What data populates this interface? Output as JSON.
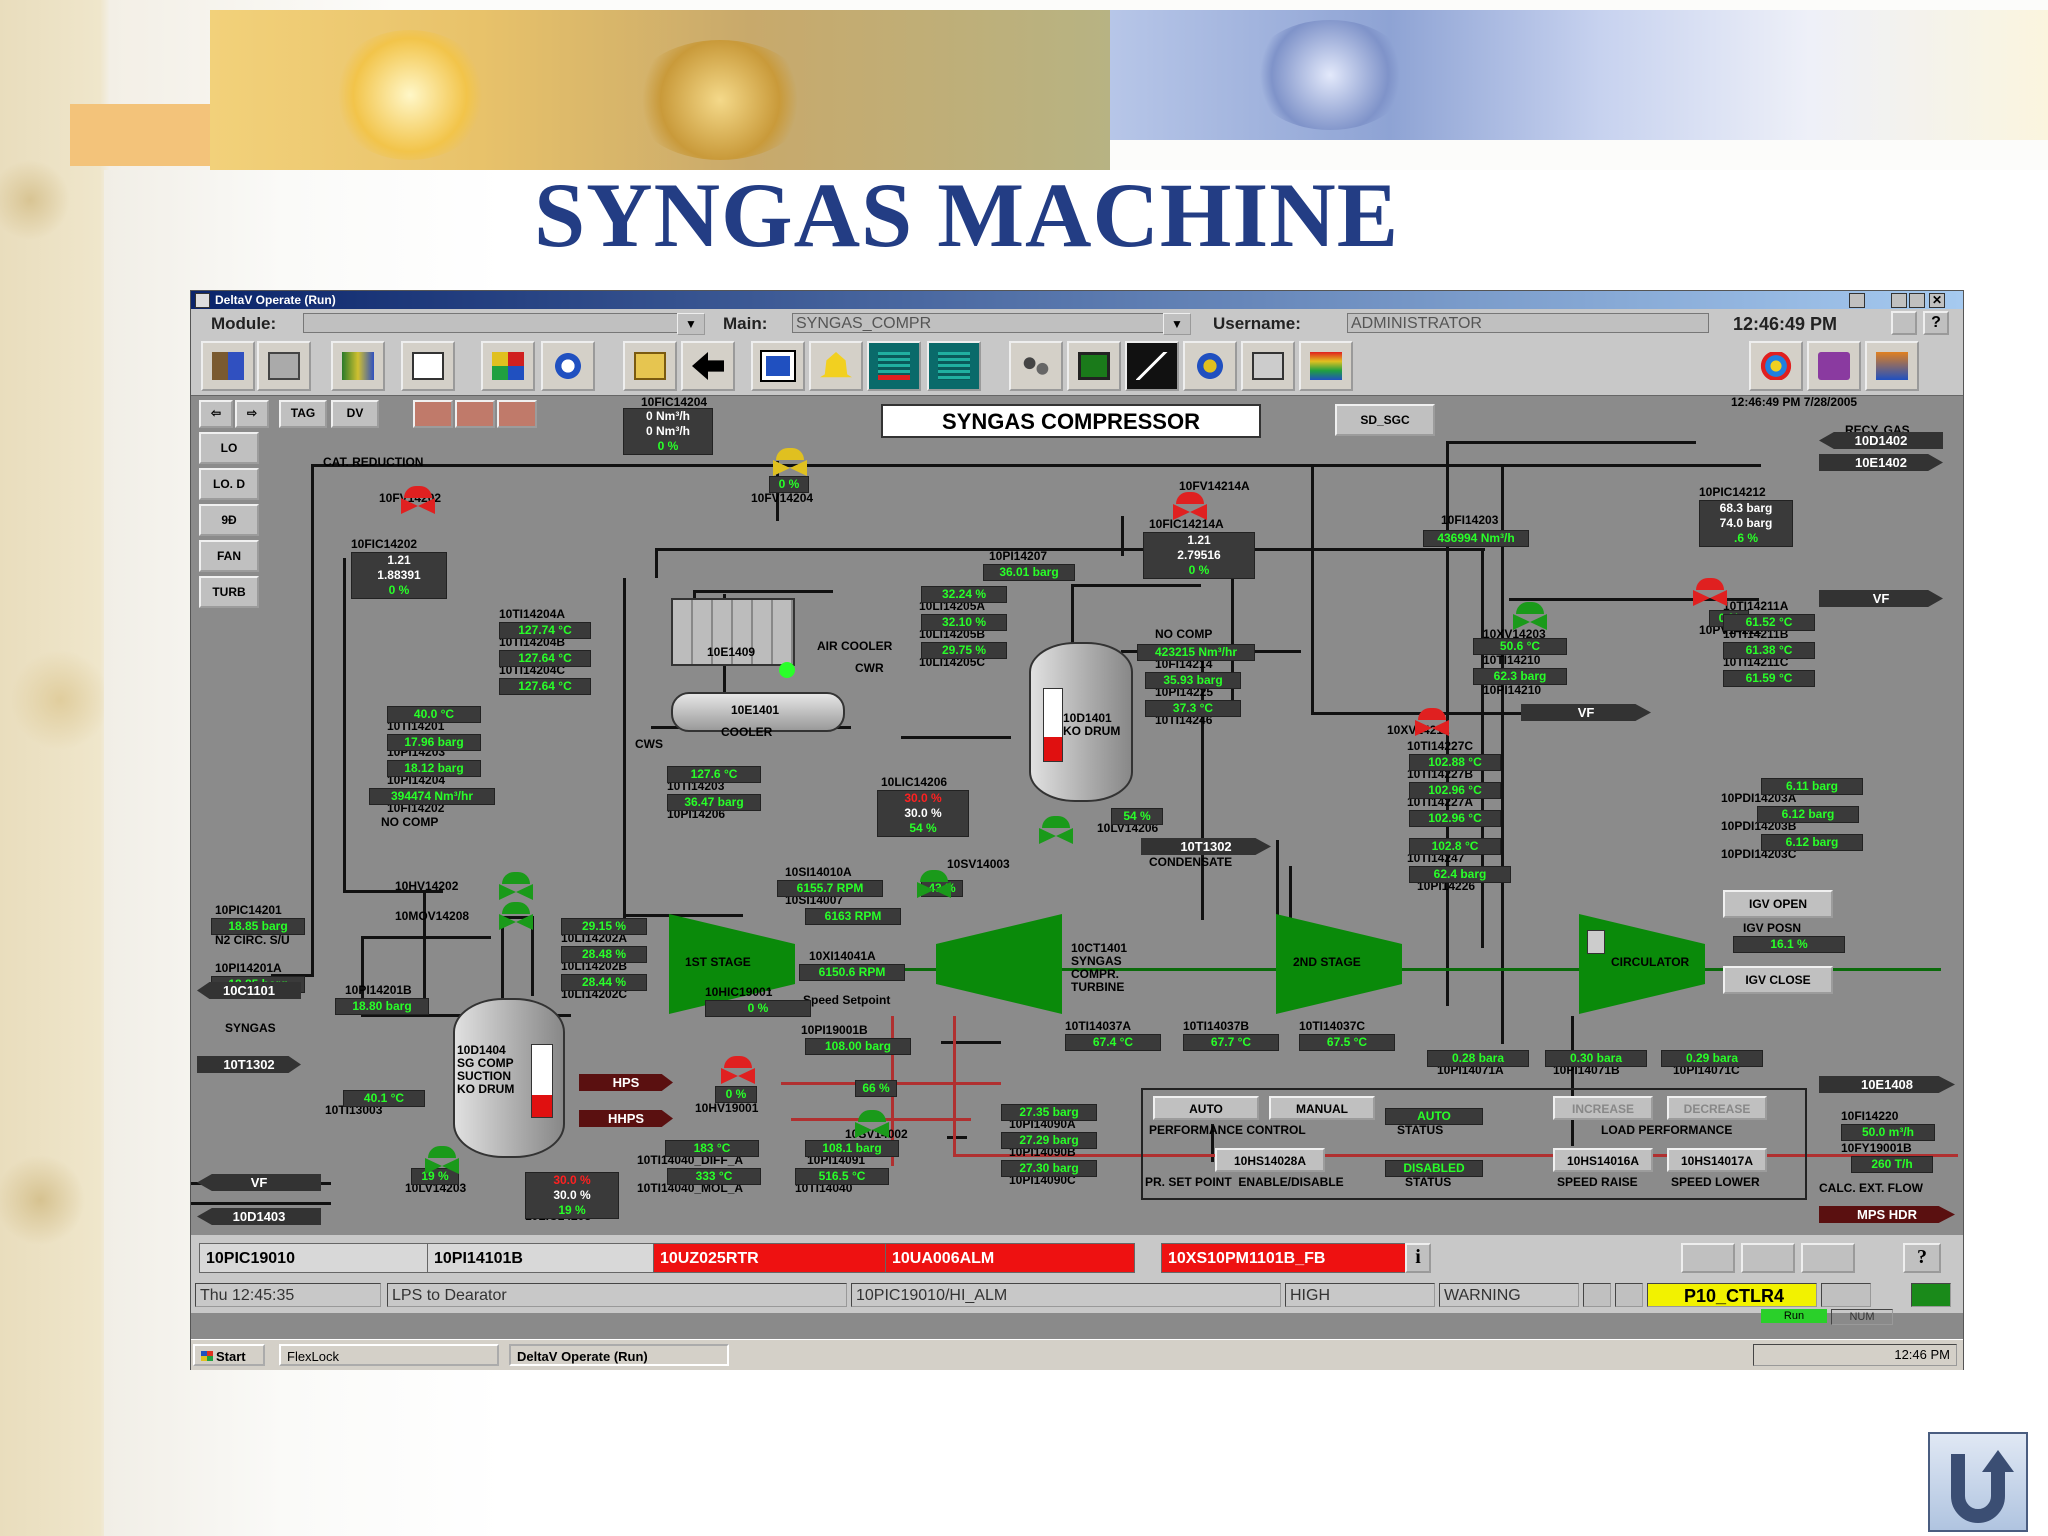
{
  "slide": {
    "title": "SYNGAS MACHINE"
  },
  "window": {
    "title": "DeltaV Operate (Run)",
    "menubar": {
      "module_label": "Module:",
      "module_value": "",
      "main_label": "Main:",
      "main_value": "SYNGAS_COMPR",
      "user_label": "Username:",
      "user_value": "ADMINISTRATOR",
      "clock": "12:46:49 PM"
    },
    "toolbar": {
      "datetime": "12:46:49 PM  7/28/2005"
    }
  },
  "nav": {
    "tag": "TAG",
    "dv": "DV",
    "sd_sgc": "SD_SGC",
    "side_buttons": [
      "LO",
      "LO. D",
      "9Ɖ",
      "FAN",
      "TURB"
    ]
  },
  "screen": {
    "title": "SYNGAS COMPRESSOR"
  },
  "labels": [
    {
      "id": "fic14204",
      "text": "10FIC14204"
    },
    {
      "id": "catred",
      "text": "CAT. REDUCTION"
    },
    {
      "id": "fv14204",
      "text": "10FV14204"
    },
    {
      "id": "fv14202",
      "text": "10FV14202"
    },
    {
      "id": "fic14202",
      "text": "10FIC14202"
    },
    {
      "id": "fv14214a",
      "text": "10FV14214A"
    },
    {
      "id": "fic14214a",
      "text": "10FIC14214A"
    },
    {
      "id": "fi14203",
      "text": "10FI14203"
    },
    {
      "id": "recy",
      "text": "RECY. GAS"
    },
    {
      "id": "pic14212",
      "text": "10PIC14212"
    },
    {
      "id": "pv14212",
      "text": "10PV14212"
    },
    {
      "id": "xv14203",
      "text": "10XV14203"
    },
    {
      "id": "ti14210",
      "text": "10TI14210"
    },
    {
      "id": "pi14210",
      "text": "10PI14210"
    },
    {
      "id": "ti14211a",
      "text": "10TI14211A"
    },
    {
      "id": "ti14211b",
      "text": "10TI14211B"
    },
    {
      "id": "ti14211c",
      "text": "10TI14211C"
    },
    {
      "id": "pi14207",
      "text": "10PI14207"
    },
    {
      "id": "li14205a",
      "text": "10LI14205A"
    },
    {
      "id": "li14205b",
      "text": "10LI14205B"
    },
    {
      "id": "li14205c",
      "text": "10LI14205C"
    },
    {
      "id": "nocomp2",
      "text": "NO COMP"
    },
    {
      "id": "fi14214",
      "text": "10FI14214"
    },
    {
      "id": "pi14225",
      "text": "10PI14225"
    },
    {
      "id": "ti14246",
      "text": "10TI14246"
    },
    {
      "id": "kodrum",
      "text": "10D1401\nKO DRUM"
    },
    {
      "id": "e1409",
      "text": "10E1409"
    },
    {
      "id": "aircooler",
      "text": "AIR COOLER"
    },
    {
      "id": "cwr",
      "text": "CWR"
    },
    {
      "id": "e1401",
      "text": "10E1401"
    },
    {
      "id": "cooler",
      "text": "COOLER"
    },
    {
      "id": "cws",
      "text": "CWS"
    },
    {
      "id": "ti14204a",
      "text": "10TI14204A"
    },
    {
      "id": "ti14204b",
      "text": "10TI14204B"
    },
    {
      "id": "ti14204c",
      "text": "10TI14204C"
    },
    {
      "id": "ti14201",
      "text": "10TI14201"
    },
    {
      "id": "pi14203",
      "text": "10PI14203"
    },
    {
      "id": "pi14204",
      "text": "10PI14204"
    },
    {
      "id": "fi14202",
      "text": "10FI14202"
    },
    {
      "id": "nocomp1",
      "text": "NO COMP"
    },
    {
      "id": "ti14203",
      "text": "10TI14203"
    },
    {
      "id": "pi14206",
      "text": "10PI14206"
    },
    {
      "id": "lic14206",
      "text": "10LIC14206"
    },
    {
      "id": "lv14206",
      "text": "10LV14206"
    },
    {
      "id": "t1302b",
      "text": "10T1302"
    },
    {
      "id": "condensate",
      "text": "CONDENSATE"
    },
    {
      "id": "xv14212",
      "text": "10XV14212"
    },
    {
      "id": "ti14227c",
      "text": "10TI14227C"
    },
    {
      "id": "ti14227b",
      "text": "10TI14227B"
    },
    {
      "id": "ti14227a",
      "text": "10TI14227A"
    },
    {
      "id": "ti14247",
      "text": "10TI14247"
    },
    {
      "id": "pi14226",
      "text": "10PI14226"
    },
    {
      "id": "pdi14203a",
      "text": "10PDI14203A"
    },
    {
      "id": "pdi14203b",
      "text": "10PDI14203B"
    },
    {
      "id": "pdi14203c",
      "text": "10PDI14203C"
    },
    {
      "id": "hv14202",
      "text": "10HV14202"
    },
    {
      "id": "mov14208",
      "text": "10MOV14208"
    },
    {
      "id": "pic14201",
      "text": "10PIC14201"
    },
    {
      "id": "n2circ",
      "text": "N2 CIRC. S/U"
    },
    {
      "id": "pi14201a",
      "text": "10PI14201A"
    },
    {
      "id": "syngas",
      "text": "SYNGAS"
    },
    {
      "id": "pi14201b",
      "text": "10PI14201B"
    },
    {
      "id": "ti13003",
      "text": "10TI13003"
    },
    {
      "id": "d1404",
      "text": "10D1404\nSG COMP\nSUCTION\nKO DRUM"
    },
    {
      "id": "li14202a",
      "text": "10LI14202A"
    },
    {
      "id": "li14202b",
      "text": "10LI14202B"
    },
    {
      "id": "li14202c",
      "text": "10LI14202C"
    },
    {
      "id": "si14010a",
      "text": "10SI14010A"
    },
    {
      "id": "si14007",
      "text": "10SI14007"
    },
    {
      "id": "sv14003",
      "text": "10SV14003"
    },
    {
      "id": "xi14041a",
      "text": "10XI14041A"
    },
    {
      "id": "speedsp",
      "text": "Speed Setpoint"
    },
    {
      "id": "hic19001",
      "text": "10HIC19001"
    },
    {
      "id": "pi19001b",
      "text": "10PI19001B"
    },
    {
      "id": "hv19001",
      "text": "10HV19001"
    },
    {
      "id": "sv14002",
      "text": "10SV14002"
    },
    {
      "id": "ti14040d",
      "text": "10TI14040_DIFF_A"
    },
    {
      "id": "pi14091",
      "text": "10PI14091"
    },
    {
      "id": "ti14040m",
      "text": "10TI14040_MOL_A"
    },
    {
      "id": "ti14040",
      "text": "10TI14040"
    },
    {
      "id": "lv14203",
      "text": "10LV14203"
    },
    {
      "id": "lic14203",
      "text": "10LIC14203"
    },
    {
      "id": "ct1401",
      "text": "10CT1401\nSYNGAS\nCOMPR.\nTURBINE"
    },
    {
      "id": "ti14037a",
      "text": "10TI14037A"
    },
    {
      "id": "ti14037b",
      "text": "10TI14037B"
    },
    {
      "id": "ti14037c",
      "text": "10TI14037C"
    },
    {
      "id": "pi14071a",
      "text": "10PI14071A"
    },
    {
      "id": "pi14071b",
      "text": "10PI14071B"
    },
    {
      "id": "pi14071c",
      "text": "10PI14071C"
    },
    {
      "id": "pi14090a",
      "text": "10PI14090A"
    },
    {
      "id": "pi14090b",
      "text": "10PI14090B"
    },
    {
      "id": "pi14090c",
      "text": "10PI14090C"
    },
    {
      "id": "igvpos",
      "text": "IGV POSN"
    },
    {
      "id": "fi14220",
      "text": "10FI14220"
    },
    {
      "id": "fy19001b",
      "text": "10FY19001B"
    },
    {
      "id": "calcflow",
      "text": "CALC. EXT. FLOW"
    },
    {
      "id": "perfctl",
      "text": "PERFORMANCE CONTROL"
    },
    {
      "id": "status1",
      "text": "STATUS"
    },
    {
      "id": "loadperf",
      "text": "LOAD PERFORMANCE"
    },
    {
      "id": "prset",
      "text": "PR. SET POINT  ENABLE/DISABLE"
    },
    {
      "id": "status2",
      "text": "STATUS"
    },
    {
      "id": "spdraise",
      "text": "SPEED RAISE"
    },
    {
      "id": "spdlower",
      "text": "SPEED LOWER"
    }
  ],
  "values": [
    {
      "id": "v_fic14204",
      "lines": [
        "0 Nm³/h",
        "0 Nm³/h",
        "0 %"
      ]
    },
    {
      "id": "v_fv14204",
      "lines": [
        "0 %"
      ]
    },
    {
      "id": "v_fic14202",
      "lines": [
        "1.21",
        "1.88391",
        "0 %"
      ]
    },
    {
      "id": "v_fic14214a",
      "lines": [
        "1.21",
        "2.79516",
        "0 %"
      ]
    },
    {
      "id": "v_fi14203",
      "lines": [
        "436994  Nm³/h"
      ]
    },
    {
      "id": "v_pic14212",
      "lines": [
        "68.3  barg",
        "74.0  barg",
        ".6  %"
      ]
    },
    {
      "id": "v_pv14212",
      "lines": [
        "0 %"
      ]
    },
    {
      "id": "v_ti14210",
      "lines": [
        "50.6  °C"
      ]
    },
    {
      "id": "v_pi14210",
      "lines": [
        "62.3  barg"
      ]
    },
    {
      "id": "v_ti14211a",
      "lines": [
        "61.52  °C"
      ]
    },
    {
      "id": "v_ti14211b",
      "lines": [
        "61.38  °C"
      ]
    },
    {
      "id": "v_ti14211c",
      "lines": [
        "61.59  °C"
      ]
    },
    {
      "id": "v_pi14207",
      "lines": [
        "36.01  barg"
      ]
    },
    {
      "id": "v_li14205a",
      "lines": [
        "32.24  %"
      ]
    },
    {
      "id": "v_li14205b",
      "lines": [
        "32.10  %"
      ]
    },
    {
      "id": "v_li14205c",
      "lines": [
        "29.75  %"
      ]
    },
    {
      "id": "v_fi14214",
      "lines": [
        "423215  Nm³/hr"
      ]
    },
    {
      "id": "v_pi14225",
      "lines": [
        "35.93  barg"
      ]
    },
    {
      "id": "v_ti14246",
      "lines": [
        "37.3  °C"
      ]
    },
    {
      "id": "v_ti14204a",
      "lines": [
        "127.74  °C"
      ]
    },
    {
      "id": "v_ti14204b",
      "lines": [
        "127.64  °C"
      ]
    },
    {
      "id": "v_ti14204c",
      "lines": [
        "127.64  °C"
      ]
    },
    {
      "id": "v_ti14201",
      "lines": [
        "40.0  °C"
      ]
    },
    {
      "id": "v_pi14203",
      "lines": [
        "17.96  barg"
      ]
    },
    {
      "id": "v_pi14204",
      "lines": [
        "18.12  barg"
      ]
    },
    {
      "id": "v_fi14202",
      "lines": [
        "394474  Nm³/hr"
      ]
    },
    {
      "id": "v_ti14203",
      "lines": [
        "127.6  °C"
      ]
    },
    {
      "id": "v_pi14206",
      "lines": [
        "36.47  barg"
      ]
    },
    {
      "id": "v_lic14206",
      "lines": [
        "30.0  %",
        "30.0  %",
        "54  %"
      ]
    },
    {
      "id": "v_lv14206",
      "lines": [
        "54  %"
      ]
    },
    {
      "id": "v_ti14227c",
      "lines": [
        "102.88  °C"
      ]
    },
    {
      "id": "v_ti14227b",
      "lines": [
        "102.96  °C"
      ]
    },
    {
      "id": "v_ti14227a",
      "lines": [
        "102.96  °C"
      ]
    },
    {
      "id": "v_ti14247",
      "lines": [
        "102.8  °C"
      ]
    },
    {
      "id": "v_pi14226",
      "lines": [
        "62.4  barg"
      ]
    },
    {
      "id": "v_pdi14203a",
      "lines": [
        "6.11  barg"
      ]
    },
    {
      "id": "v_pdi14203b",
      "lines": [
        "6.12  barg"
      ]
    },
    {
      "id": "v_pdi14203c",
      "lines": [
        "6.12  barg"
      ]
    },
    {
      "id": "v_pic14201",
      "lines": [
        "18.85  barg"
      ]
    },
    {
      "id": "v_pi14201a",
      "lines": [
        "18.85  barg"
      ]
    },
    {
      "id": "v_pi14201b",
      "lines": [
        "18.80  barg"
      ]
    },
    {
      "id": "v_ti13003",
      "lines": [
        "40.1  °C"
      ]
    },
    {
      "id": "v_li14202a",
      "lines": [
        "29.15  %"
      ]
    },
    {
      "id": "v_li14202b",
      "lines": [
        "28.48  %"
      ]
    },
    {
      "id": "v_li14202c",
      "lines": [
        "28.44  %"
      ]
    },
    {
      "id": "v_si14010a",
      "lines": [
        "6155.7  RPM"
      ]
    },
    {
      "id": "v_si14007",
      "lines": [
        "6163  RPM"
      ]
    },
    {
      "id": "v_sv14003",
      "lines": [
        "43  %"
      ]
    },
    {
      "id": "v_xi14041a",
      "lines": [
        "6150.6  RPM"
      ]
    },
    {
      "id": "v_hic19001",
      "lines": [
        "0  %"
      ]
    },
    {
      "id": "v_pi19001b",
      "lines": [
        "108.00 barg"
      ]
    },
    {
      "id": "v_hv19001",
      "lines": [
        "0  %"
      ]
    },
    {
      "id": "v_sv14002",
      "lines": [
        "66  %"
      ]
    },
    {
      "id": "v_ti14040d",
      "lines": [
        "183  °C"
      ]
    },
    {
      "id": "v_pi14091",
      "lines": [
        "108.1  barg"
      ]
    },
    {
      "id": "v_ti14040m",
      "lines": [
        "333  °C"
      ]
    },
    {
      "id": "v_ti14040",
      "lines": [
        "516.5  °C"
      ]
    },
    {
      "id": "v_lv14203",
      "lines": [
        "19  %"
      ]
    },
    {
      "id": "v_lic14203",
      "lines": [
        "30.0  %",
        "30.0  %",
        "19  %"
      ]
    },
    {
      "id": "v_ti14037a",
      "lines": [
        "67.4  °C"
      ]
    },
    {
      "id": "v_ti14037b",
      "lines": [
        "67.7  °C"
      ]
    },
    {
      "id": "v_ti14037c",
      "lines": [
        "67.5  °C"
      ]
    },
    {
      "id": "v_pi14071a",
      "lines": [
        "0.28  bara"
      ]
    },
    {
      "id": "v_pi14071b",
      "lines": [
        "0.30  bara"
      ]
    },
    {
      "id": "v_pi14071c",
      "lines": [
        "0.29  bara"
      ]
    },
    {
      "id": "v_pi14090a",
      "lines": [
        "27.35  barg"
      ]
    },
    {
      "id": "v_pi14090b",
      "lines": [
        "27.29  barg"
      ]
    },
    {
      "id": "v_pi14090c",
      "lines": [
        "27.30  barg"
      ]
    },
    {
      "id": "v_igvpos",
      "lines": [
        "16.1     %"
      ]
    },
    {
      "id": "v_fi14220",
      "lines": [
        "50.0  m³/h"
      ]
    },
    {
      "id": "v_fy19001b",
      "lines": [
        "260 T/h"
      ]
    },
    {
      "id": "v_autostatus",
      "lines": [
        "AUTO"
      ]
    },
    {
      "id": "v_disabled",
      "lines": [
        "DISABLED"
      ]
    }
  ],
  "arrows": {
    "d1402": "10D1402",
    "e1402": "10E1402",
    "vf_right": "VF",
    "vf_mid": "VF",
    "t1302": "10T1302",
    "c1101": "10C1101",
    "t1302b": "10T1302",
    "vf_left": "VF",
    "d1403": "10D1403",
    "e1408": "10E1408",
    "mps": "MPS HDR",
    "hps": "HPS",
    "hhps": "HHPS"
  },
  "equipment": {
    "stage1": "1ST STAGE",
    "stage2": "2ND STAGE",
    "circulator": "CIRCULATOR"
  },
  "buttons": {
    "auto": "AUTO",
    "manual": "MANUAL",
    "increase": "INCREASE",
    "decrease": "DECREASE",
    "hs14028a": "10HS14028A",
    "hs14016a": "10HS14016A",
    "hs14017a": "10HS14017A",
    "igv_open": "IGV OPEN",
    "igv_close": "IGV CLOSE"
  },
  "alarms": [
    {
      "text": "10PIC19010",
      "color": "#d8d8d8"
    },
    {
      "text": "10PI14101B",
      "color": "#d8d8d8"
    },
    {
      "text": "10UZ025RTR",
      "color": "#ee1111"
    },
    {
      "text": "10UA006ALM",
      "color": "#ee1111"
    },
    {
      "text": "10XS10PM1101B_FB",
      "color": "#ee1111"
    }
  ],
  "status": {
    "time": "Thu 12:45:35",
    "desc": "LPS to Dearator",
    "tag": "10PIC19010/HI_ALM",
    "level": "HIGH",
    "type": "WARNING",
    "node": "P10_CTLR4",
    "run": "Run",
    "num": "NUM"
  },
  "taskbar": {
    "start": "Start",
    "item1": "FlexLock",
    "item2": "DeltaV Operate (Run)",
    "clock": "12:46 PM"
  }
}
